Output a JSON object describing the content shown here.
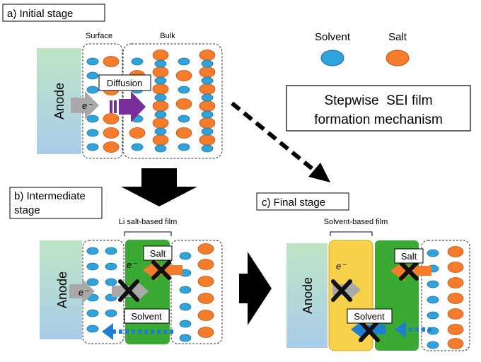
{
  "stages": {
    "a": {
      "label": "a) Initial stage",
      "surface": "Surface",
      "bulk": "Bulk",
      "anode": "Anode",
      "diffusion": "Diffusion",
      "electron": "e⁻"
    },
    "b": {
      "label_line1": "b) Intermediate",
      "label_line2": "stage",
      "film": "Li salt-based film",
      "anode": "Anode",
      "salt": "Salt",
      "solvent": "Solvent",
      "electron": "e⁻"
    },
    "c": {
      "label": "c) Final stage",
      "film": "Solvent-based film",
      "anode": "Anode",
      "salt": "Salt",
      "solvent": "Solvent",
      "electron": "e⁻"
    }
  },
  "legend": {
    "solvent": "Solvent",
    "salt": "Salt"
  },
  "title": {
    "line1": "Stepwise  SEI film",
    "line2": "formation mechanism"
  },
  "colors": {
    "solvent": "#2fa3dc",
    "solvent_edge": "#1f6f9e",
    "salt": "#f47c2a",
    "salt_edge": "#c0561a",
    "film_green": "#3aaa35",
    "film_yellow": "#f7d14a",
    "anode_top": "#bfe5c6",
    "anode_bottom": "#a9cdea",
    "diffusion_arrow": "#7a2e9a",
    "electron_arrow": "#a9a9a9",
    "blocked_x": "#111111"
  }
}
